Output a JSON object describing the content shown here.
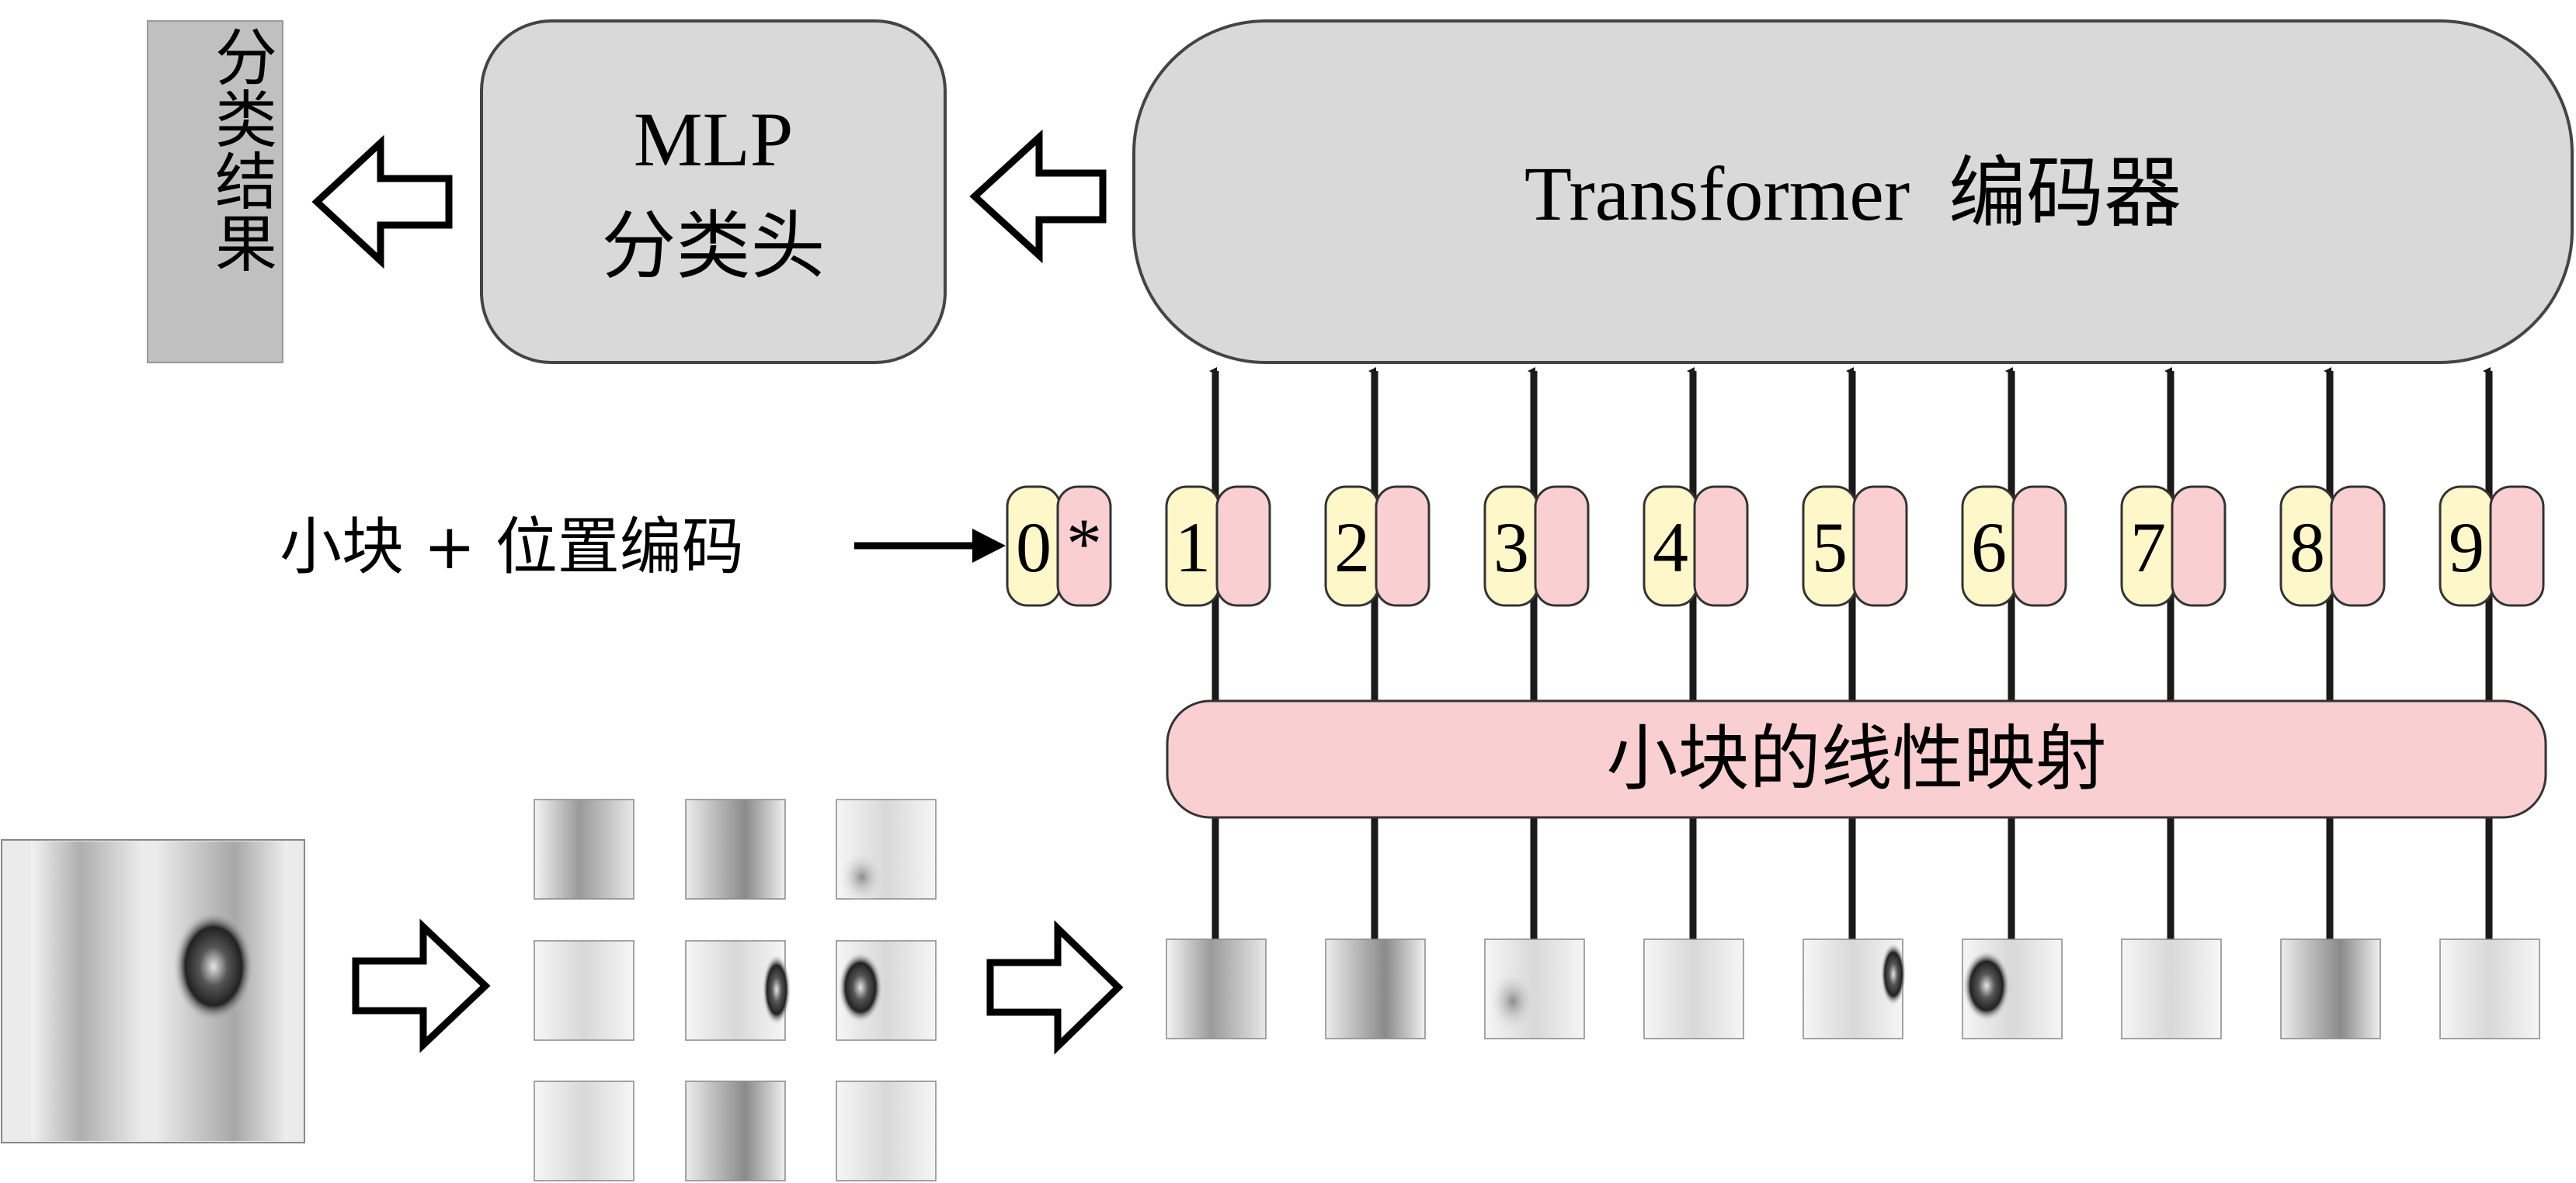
{
  "result_label": "分类结果",
  "mlp": {
    "line1": "MLP",
    "line2": "分类头"
  },
  "encoder": {
    "title": "Transformer  编码器"
  },
  "tokens_label": "小块 + 位置编码",
  "projection": {
    "label": "小块的线性映射"
  },
  "tokens": [
    {
      "number": "0",
      "pos": "*"
    },
    {
      "number": "1",
      "pos": ""
    },
    {
      "number": "2",
      "pos": ""
    },
    {
      "number": "3",
      "pos": ""
    },
    {
      "number": "4",
      "pos": ""
    },
    {
      "number": "5",
      "pos": ""
    },
    {
      "number": "6",
      "pos": ""
    },
    {
      "number": "7",
      "pos": ""
    },
    {
      "number": "8",
      "pos": ""
    },
    {
      "number": "9",
      "pos": ""
    }
  ],
  "colors": {
    "gray_box": "#d9d9d9",
    "result_box": "#c0c0c0",
    "yellow_token": "#fdf7c9",
    "pink": "#f9cfd2"
  }
}
